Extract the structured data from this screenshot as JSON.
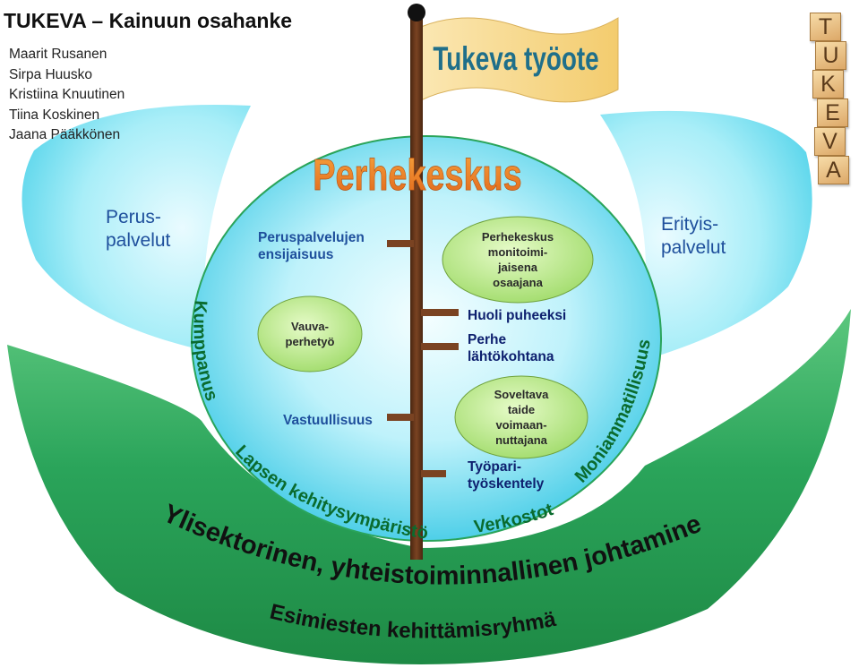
{
  "header": {
    "title": "TUKEVA – Kainuun osahanke",
    "authors": [
      "Maarit Rusanen",
      "Sirpa Huusko",
      "Kristiina Knuutinen",
      "Tiina Koskinen",
      "Jaana Pääkkönen"
    ]
  },
  "flag": {
    "label": "Tukeva työote"
  },
  "sides": {
    "left": [
      "Perus-",
      "palvelut"
    ],
    "right": [
      "Erityis-",
      "palvelut"
    ]
  },
  "center": {
    "title": "Perhekeskus",
    "left_items": {
      "top": [
        "Peruspalvelujen",
        "ensijaisuus"
      ],
      "bottom": "Vastuullisuus"
    },
    "bubbles": {
      "vauva": [
        "Vauva-",
        "perhetyö"
      ],
      "perhekeskus": [
        "Perhekeskus",
        "monitoimi-",
        "jaisena",
        "osaajana"
      ],
      "taide": [
        "Soveltava",
        "taide",
        "voimaan-",
        "nuttajana"
      ]
    },
    "right_items": {
      "huoli": "Huoli puheeksi",
      "perhe": [
        "Perhe",
        "lähtökohtana"
      ],
      "tyopari": [
        "Työpari-",
        "työskentely"
      ]
    }
  },
  "ring_labels": {
    "kumppanus": "Kumppanus",
    "lapsen": "Lapsen kehitysympäristö",
    "verkostot": "Verkostot",
    "moniammatillisuus": "Moniammatillisuus"
  },
  "bowl_labels": {
    "line1": "Ylisektorinen, yhteistoiminnallinen johtaminen",
    "line2": "Esimiesten kehittämisryhmä"
  },
  "logo": {
    "letters": [
      "T",
      "U",
      "K",
      "E",
      "V",
      "A"
    ]
  },
  "colors": {
    "wing": "#7fe3f3",
    "circle": "#5dd6ee",
    "green_bowl": "#2aa45a",
    "pole": "#6b3a1f",
    "flag": "#f8d98a",
    "accent_orange": "#e8771e",
    "navy": "#0d1f6e",
    "bubble": "#c8ef9a"
  }
}
